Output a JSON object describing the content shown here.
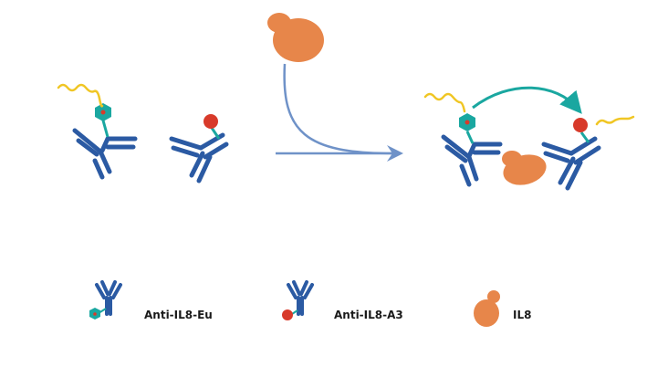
{
  "legend": {
    "items": [
      {
        "label": "Anti-IL8-Eu"
      },
      {
        "label": "Anti-IL8-A3"
      },
      {
        "label": "IL8"
      }
    ]
  },
  "colors": {
    "antibody": "#2b5aa3",
    "europium": "#1aa7a0",
    "acceptor": "#d83a2a",
    "il8": "#e7864a",
    "signal": "#f0c624",
    "arrow": "#6f92c8"
  }
}
